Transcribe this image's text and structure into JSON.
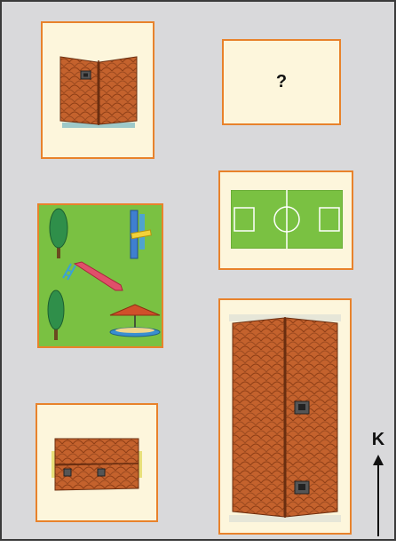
{
  "unknown_card": {
    "label": "?"
  },
  "compass": {
    "label": "K",
    "direction": "north"
  },
  "cards": [
    {
      "id": "roof-small-top",
      "content": "roof-icon"
    },
    {
      "id": "unknown",
      "content": "question-mark"
    },
    {
      "id": "playground",
      "content": "playground-icon"
    },
    {
      "id": "football-pitch",
      "content": "football-pitch-icon"
    },
    {
      "id": "roof-wide",
      "content": "roof-icon"
    },
    {
      "id": "roof-tall",
      "content": "roof-icon"
    }
  ],
  "colors": {
    "card_border": "#e8822b",
    "card_fill": "#fdf6dc",
    "background": "#d9d9db",
    "grass": "#7ac142",
    "roof": "#c4622d"
  }
}
